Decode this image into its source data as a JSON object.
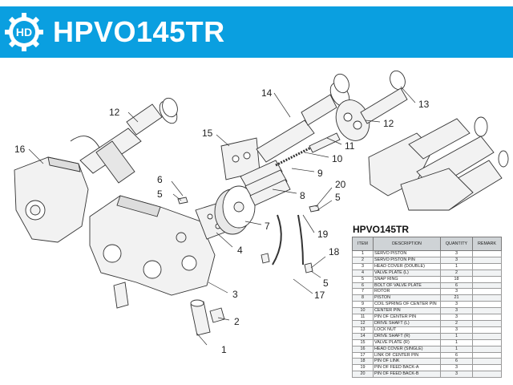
{
  "header": {
    "title": "HPVO145TR",
    "brand_color": "#0a9fe0",
    "logo_icon": "hd-gear-logo",
    "logo_text": "HD"
  },
  "diagram": {
    "callouts": [
      "1",
      "2",
      "3",
      "4",
      "5",
      "5",
      "5",
      "6",
      "7",
      "8",
      "9",
      "10",
      "11",
      "12",
      "12",
      "13",
      "14",
      "15",
      "16",
      "17",
      "18",
      "19",
      "20"
    ]
  },
  "parts_table": {
    "title": "HPVO145TR",
    "columns": [
      "ITEM",
      "DESCRIPTION",
      "QUANTITY",
      "REMARK"
    ],
    "rows": [
      {
        "item": "1",
        "description": "SERVO PISTON",
        "quantity": "3",
        "remark": ""
      },
      {
        "item": "2",
        "description": "SERVO PISTON PIN",
        "quantity": "3",
        "remark": ""
      },
      {
        "item": "3",
        "description": "HEAD COVER (DOUBLE)",
        "quantity": "1",
        "remark": ""
      },
      {
        "item": "4",
        "description": "VALVE PLATE (L)",
        "quantity": "2",
        "remark": ""
      },
      {
        "item": "5",
        "description": "SNAP RING",
        "quantity": "18",
        "remark": ""
      },
      {
        "item": "6",
        "description": "BOLT OF VALVE PLATE",
        "quantity": "6",
        "remark": ""
      },
      {
        "item": "7",
        "description": "ROTOR",
        "quantity": "3",
        "remark": ""
      },
      {
        "item": "8",
        "description": "PISTON",
        "quantity": "21",
        "remark": ""
      },
      {
        "item": "9",
        "description": "COIL SPRING OF CENTER PIN",
        "quantity": "3",
        "remark": ""
      },
      {
        "item": "10",
        "description": "CENTER PIN",
        "quantity": "3",
        "remark": ""
      },
      {
        "item": "11",
        "description": "PIN OF CENTER PIN",
        "quantity": "3",
        "remark": ""
      },
      {
        "item": "12",
        "description": "DRIVE SHAFT (L)",
        "quantity": "2",
        "remark": ""
      },
      {
        "item": "13",
        "description": "LOCK NUT",
        "quantity": "3",
        "remark": ""
      },
      {
        "item": "14",
        "description": "DRIVE SHAFT (R)",
        "quantity": "1",
        "remark": ""
      },
      {
        "item": "15",
        "description": "VALVE PLATE (R)",
        "quantity": "1",
        "remark": ""
      },
      {
        "item": "16",
        "description": "HEAD COVER (SINGLE)",
        "quantity": "1",
        "remark": ""
      },
      {
        "item": "17",
        "description": "LINK OF CENTER PIN",
        "quantity": "6",
        "remark": ""
      },
      {
        "item": "18",
        "description": "PIN OF LINK",
        "quantity": "6",
        "remark": ""
      },
      {
        "item": "19",
        "description": "PIN OF FEED BACK-A",
        "quantity": "3",
        "remark": ""
      },
      {
        "item": "20",
        "description": "PIN OF FEED BACK-B",
        "quantity": "3",
        "remark": ""
      }
    ]
  }
}
